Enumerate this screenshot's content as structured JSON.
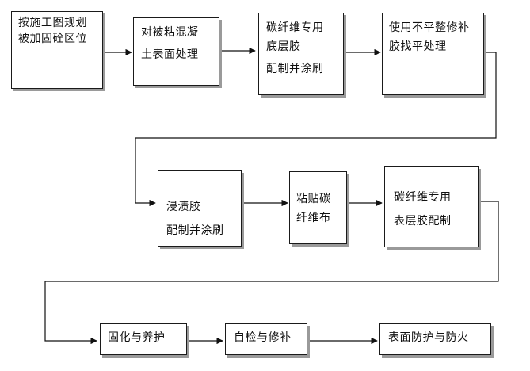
{
  "steps": [
    {
      "lines": [
        "按施工图规划",
        "被加固砼区位"
      ]
    },
    {
      "lines": [
        "对被粘混凝",
        "土表面处理"
      ]
    },
    {
      "lines": [
        "碳纤维专用",
        "底层胶",
        "配制并涂刷"
      ]
    },
    {
      "lines": [
        "使用不平整修补",
        "胶找平处理"
      ]
    },
    {
      "lines": [
        "浸渍胶",
        "配制并涂刷"
      ]
    },
    {
      "lines": [
        "粘贴碳",
        "纤维布"
      ]
    },
    {
      "lines": [
        "碳纤维专用",
        "表层胶配制"
      ]
    },
    {
      "lines": [
        "固化与养护"
      ]
    },
    {
      "lines": [
        "自检与修补"
      ]
    },
    {
      "lines": [
        "表面防护与防火"
      ]
    }
  ]
}
